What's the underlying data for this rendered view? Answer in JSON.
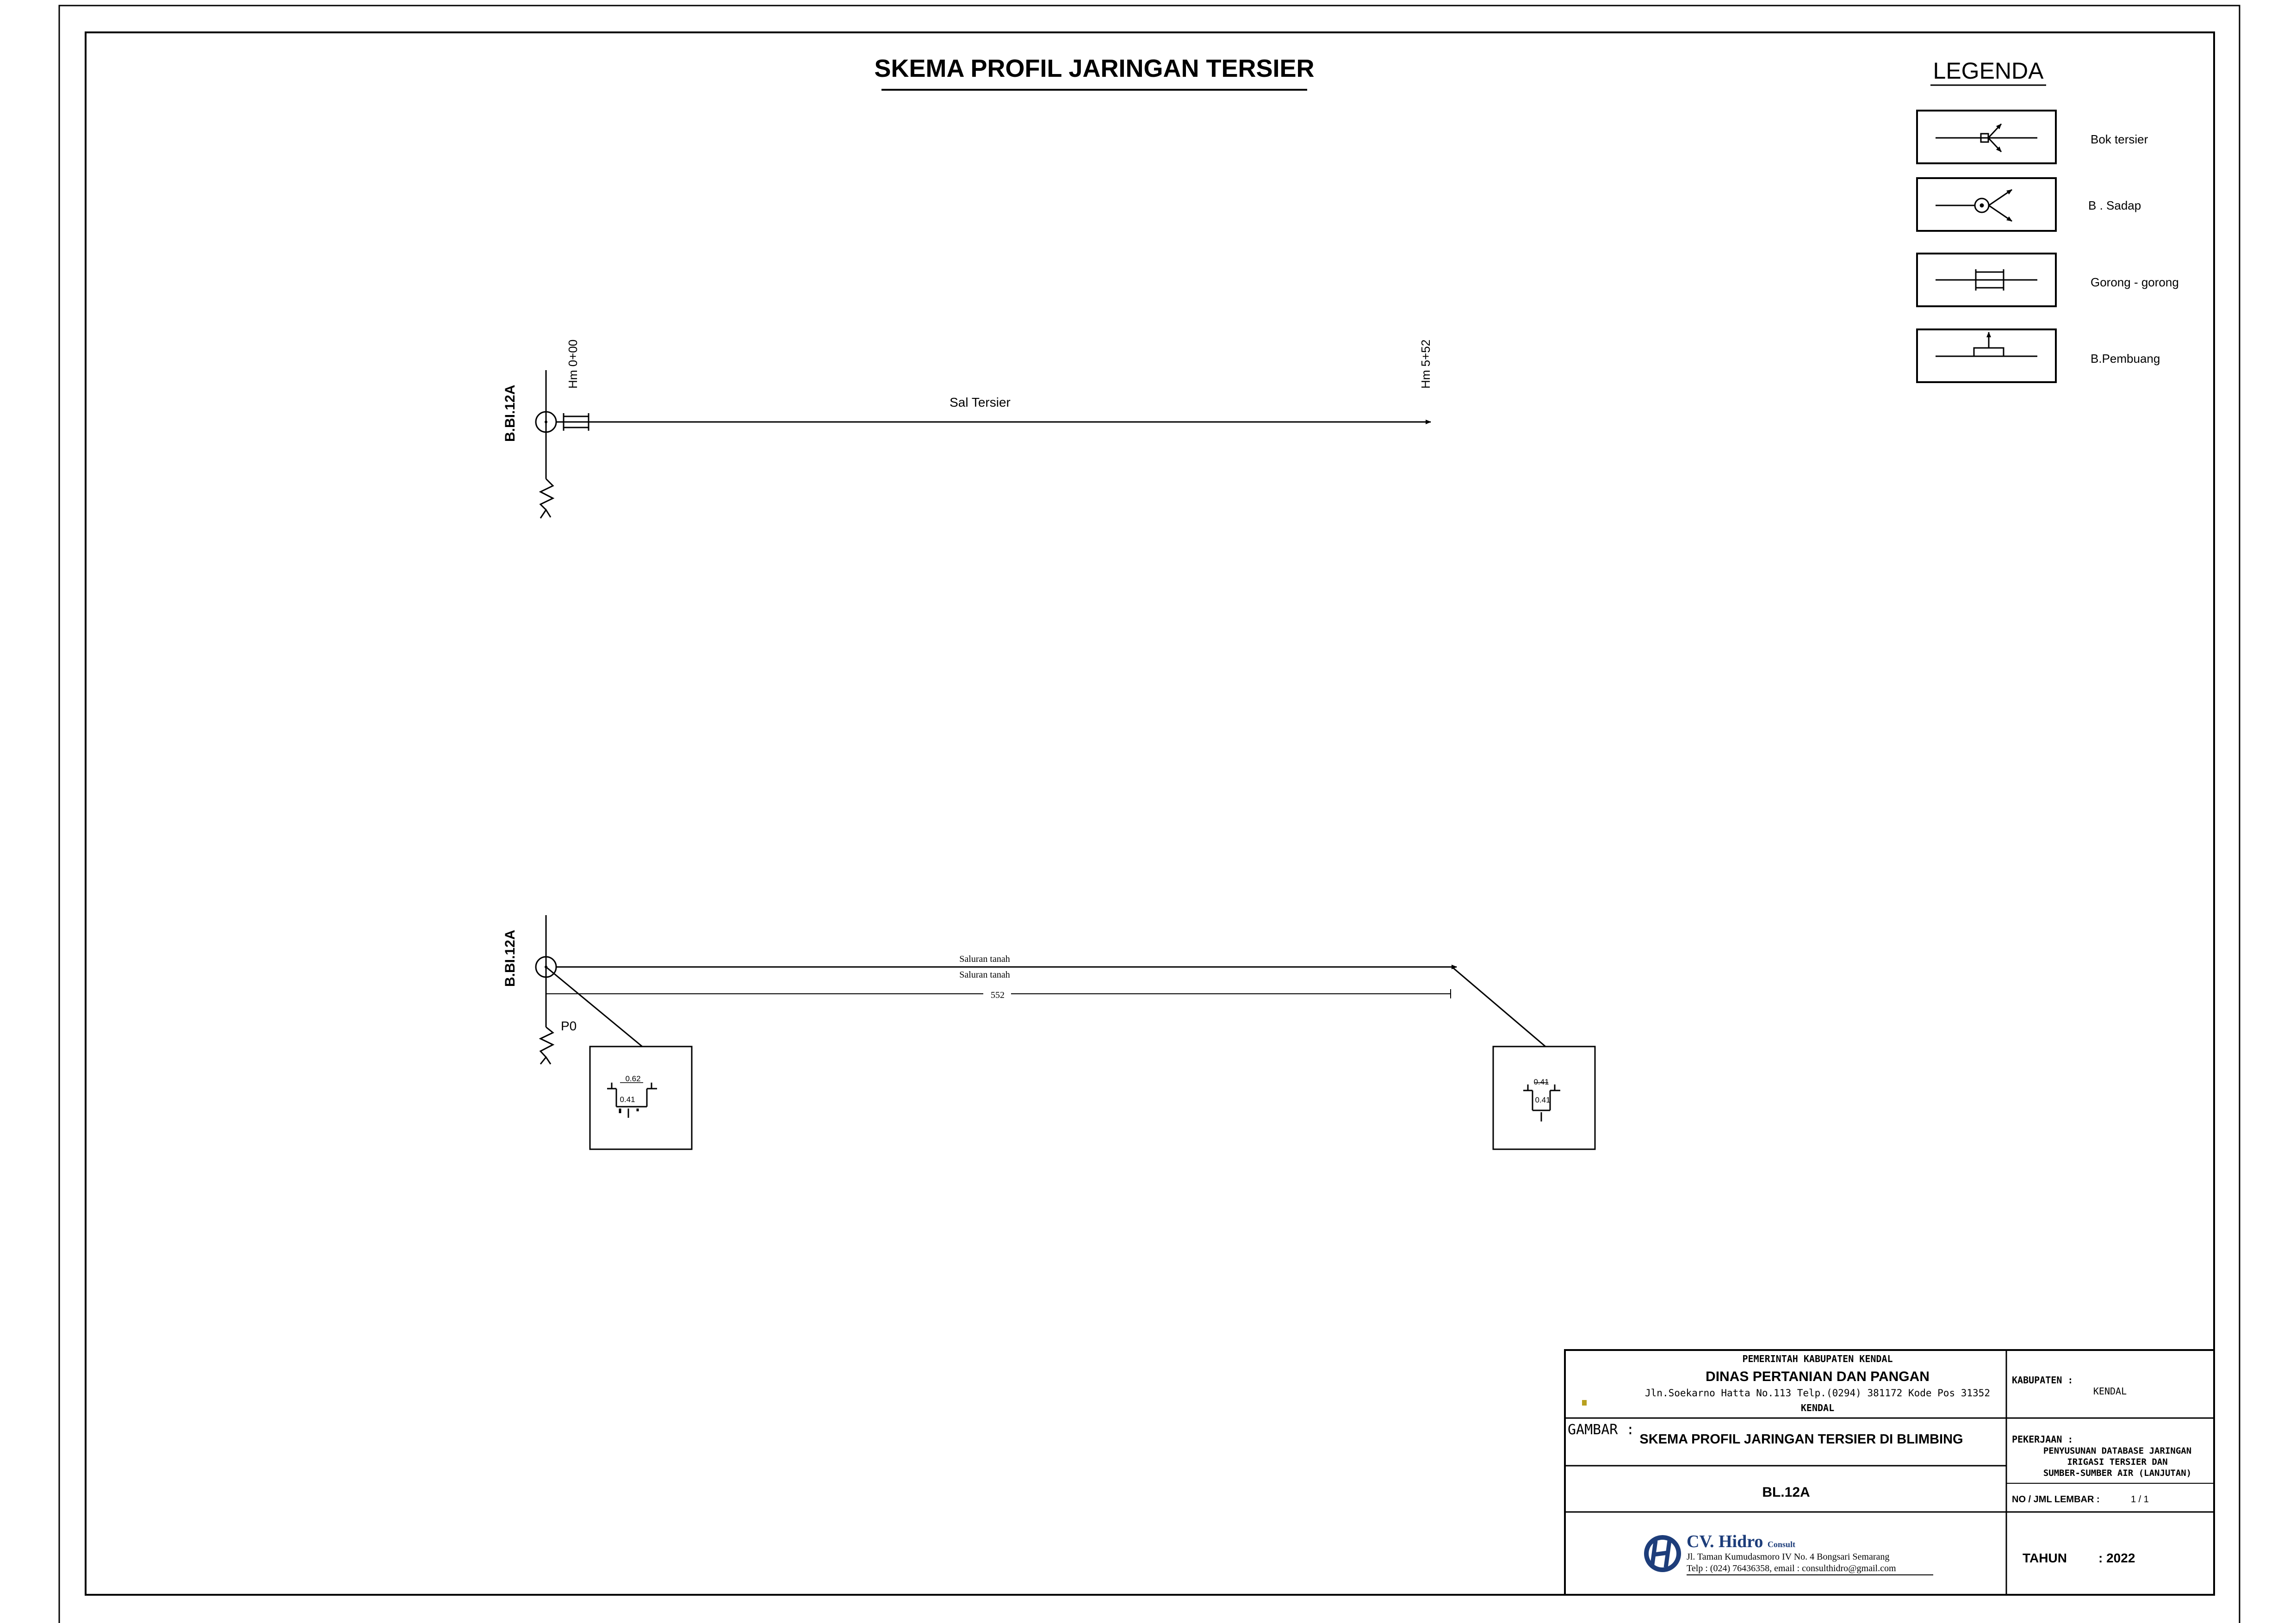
{
  "title": "SKEMA PROFIL JARINGAN TERSIER",
  "legend": {
    "title": "LEGENDA",
    "items": [
      {
        "label": "Bok tersier"
      },
      {
        "label": "B . Sadap"
      },
      {
        "label": "Gorong - gorong"
      },
      {
        "label": "B.Pembuang"
      }
    ]
  },
  "schema": {
    "node_label": "B.BI.12A",
    "start_station": "Hm 0+00",
    "end_station": "Hm 5+52",
    "channel_label": "Sal Tersier"
  },
  "profile": {
    "node_label": "B.BI.12A",
    "point_label": "P0",
    "channel_label_1": "Saluran tanah",
    "channel_label_2": "Saluran tanah",
    "length": "552",
    "section_start": {
      "width": "0.62",
      "depth": "0.41"
    },
    "section_end": {
      "width": "0.41",
      "depth": "0.41"
    }
  },
  "title_block": {
    "gov": "PEMERINTAH KABUPATEN KENDAL",
    "dept": "DINAS PERTANIAN DAN PANGAN",
    "address": "Jln.Soekarno Hatta No.113 Telp.(0294) 381172 Kode Pos 31352",
    "city": "KENDAL",
    "kabupaten_label": "KABUPATEN :",
    "kabupaten_value": "KENDAL",
    "gambar_label": "GAMBAR :",
    "gambar_value": "SKEMA PROFIL JARINGAN TERSIER DI BLIMBING",
    "pekerjaan_label": "PEKERJAAN :",
    "pekerjaan_lines": [
      "PENYUSUNAN DATABASE JARINGAN",
      "IRIGASI TERSIER DAN",
      "SUMBER-SUMBER AIR (LANJUTAN)"
    ],
    "code": "BL.12A",
    "sheet_label": "NO / JML LEMBAR :",
    "sheet_value": "1 / 1",
    "company_name": "CV. Hidro",
    "company_suffix": "Consult",
    "company_address": "Jl. Taman Kumudasmoro IV No. 4 Bongsari Semarang",
    "company_contact": "Telp : (024) 76436358, email : consulthidro@gmail.com",
    "tahun_label": "TAHUN",
    "tahun_value": ": 2022"
  }
}
